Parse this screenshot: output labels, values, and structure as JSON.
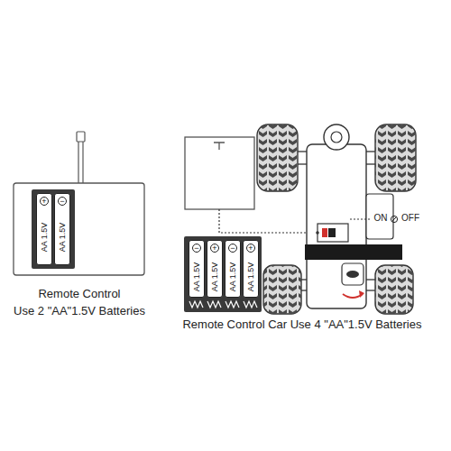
{
  "diagram": {
    "nodes": [
      {
        "text": [
          "+",
          "AA 1.5V"
        ]
      },
      {
        "text": [
          "−",
          "AA 1.5V"
        ]
      },
      {
        "text": [
          "−",
          "AA 1.5V"
        ]
      },
      {
        "text": [
          "+",
          "AA 1.5V"
        ]
      },
      {
        "text": [
          "−",
          "AA 1.5V"
        ]
      },
      {
        "text": [
          "+",
          "AA 1.5V"
        ]
      }
    ],
    "labels": [
      "Remote Control",
      "Use 2 \"AA\"1.5V Batteries",
      "ON",
      "OFF",
      "Remote Control Car Use 4 \"AA\"1.5V Batteries"
    ]
  }
}
